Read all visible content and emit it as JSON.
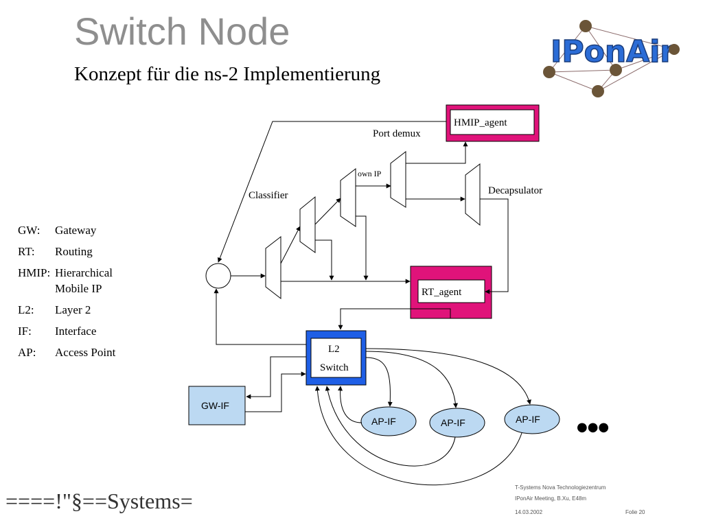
{
  "title": "Switch Node",
  "subtitle": "Konzept für die ns-2 Implementierung",
  "legend": [
    {
      "key": "GW:",
      "value": "Gateway"
    },
    {
      "key": "RT:",
      "value": "Routing"
    },
    {
      "key": "HMIP:",
      "value": "Hierarchical",
      "value2": "Mobile IP"
    },
    {
      "key": "L2:",
      "value": "Layer 2"
    },
    {
      "key": "IF:",
      "value": "Interface"
    },
    {
      "key": "AP:",
      "value": "Access Point"
    }
  ],
  "diagram": {
    "hmip_agent": "HMIP_agent",
    "port_demux": "Port  demux",
    "own_ip": "own IP",
    "classifier": "Classifier",
    "decapsulator": "Decapsulator",
    "rt_agent": "RT_agent",
    "l2_line1": "L2",
    "l2_line2": "Switch",
    "gw_if": "GW-IF",
    "ap_if": [
      "AP-IF",
      "AP-IF",
      "AP-IF"
    ],
    "ellipsis": "●●●"
  },
  "logo": {
    "text": "IPonAir"
  },
  "footer": {
    "brand": "====!\"§==Systems=",
    "line1": "T-Systems Nova Technologiezentrum",
    "line2": "IPonAir Meeting, B.Xu, E48m",
    "date": "14.03.2002",
    "page": "Folie 20"
  },
  "colors": {
    "magenta": "#e0137a",
    "blue": "#1f5fe6",
    "lightblue": "#bcd9f2",
    "title_gray": "#8e8e8e"
  }
}
